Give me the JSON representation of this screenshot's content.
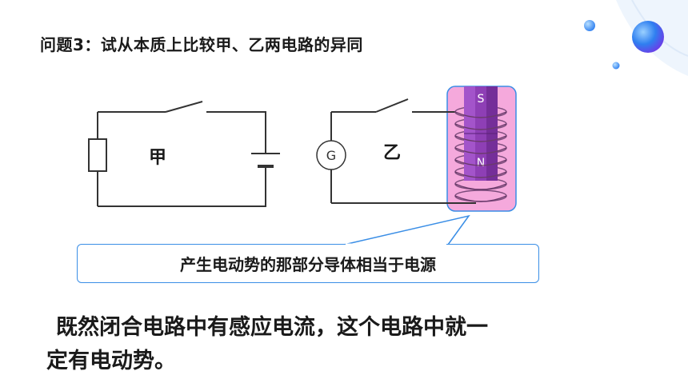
{
  "question": "问题3：试从本质上比较甲、乙两电路的异同",
  "circuit_jia": {
    "label": "甲"
  },
  "circuit_yi": {
    "label": "乙",
    "meter_label": "G",
    "magnet_top": "S",
    "magnet_bottom": "N"
  },
  "callout": "产生电动势的那部分导体相当于电源",
  "conclusion": {
    "line1": "既然闭合电路中有感应电流，这个电路中就一",
    "line2": "定有电动势。"
  },
  "colors": {
    "wire": "#333333",
    "accent_blue": "#3a8ee6",
    "highlight_pink": "#f39ad6",
    "magnet_purple": "#8e3fb5"
  }
}
